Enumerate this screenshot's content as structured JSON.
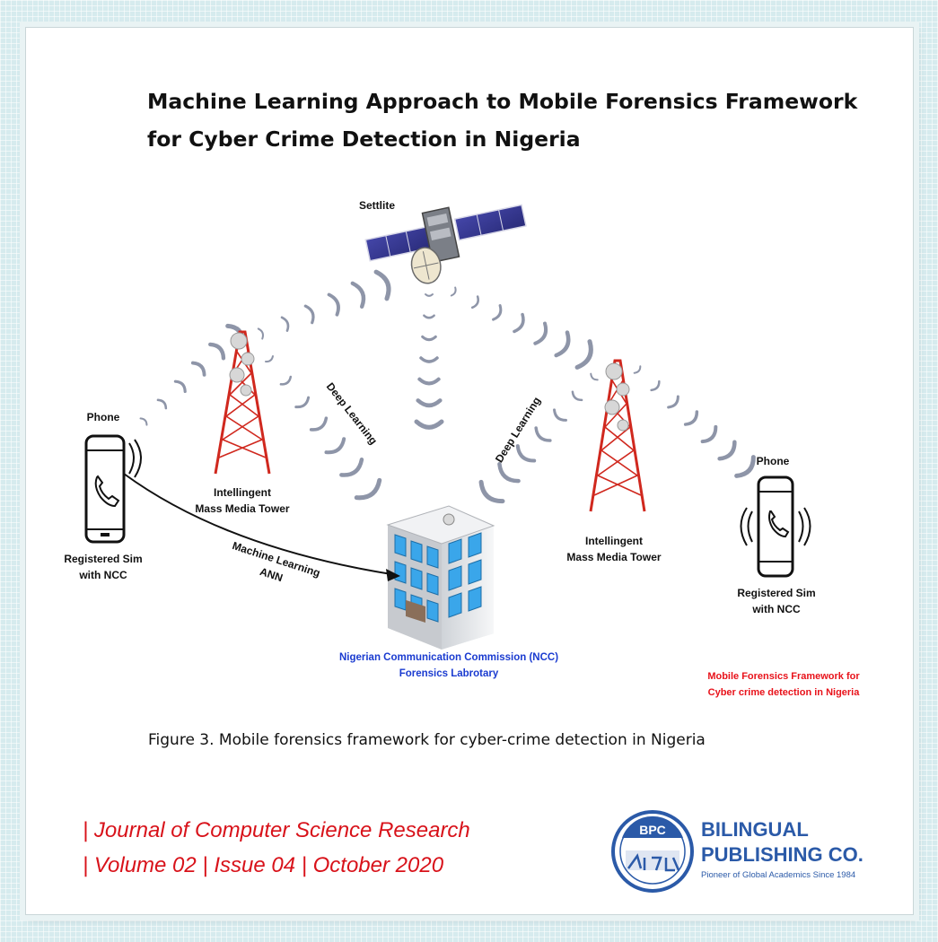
{
  "title": {
    "line1": "Machine Learning Approach to Mobile Forensics Framework",
    "line2": "for Cyber Crime Detection in Nigeria"
  },
  "diagram": {
    "satellite_label": "Settlite",
    "phone_left": {
      "top": "Phone",
      "bottom1": "Registered Sim",
      "bottom2": "with NCC"
    },
    "phone_right": {
      "top": "Phone",
      "bottom1": "Registered Sim",
      "bottom2": "with NCC"
    },
    "tower_left": {
      "line1": "Intellingent",
      "line2": "Mass Media Tower"
    },
    "tower_right": {
      "line1": "Intellingent",
      "line2": "Mass Media Tower"
    },
    "deep_learning_left": "Deep Learning",
    "deep_learning_right": "Deep Learning",
    "ml_line1": "Machine Learning",
    "ml_line2": "ANN",
    "ncc_line1": "Nigerian Communication Commission (NCC)",
    "ncc_line2": "Forensics Labrotary",
    "framework_line1": "Mobile Forensics Framework for",
    "framework_line2": "Cyber crime detection in Nigeria"
  },
  "caption": "Figure 3. Mobile forensics framework for cyber-crime detection in Nigeria",
  "journal": {
    "line1": "| Journal of Computer Science Research",
    "line2": "| Volume 02 | Issue 04 | October 2020"
  },
  "publisher": {
    "badge": "BPC",
    "name1": "BILINGUAL",
    "name2": "PUBLISHING CO.",
    "tagline": "Pioneer of Global Academics Since 1984"
  },
  "colors": {
    "ncc_blue": "#1a3bd0",
    "accent_red": "#e8121a",
    "publisher_blue": "#2b5aa8",
    "tower_red": "#d0281e",
    "window_blue": "#3aa6ea"
  }
}
